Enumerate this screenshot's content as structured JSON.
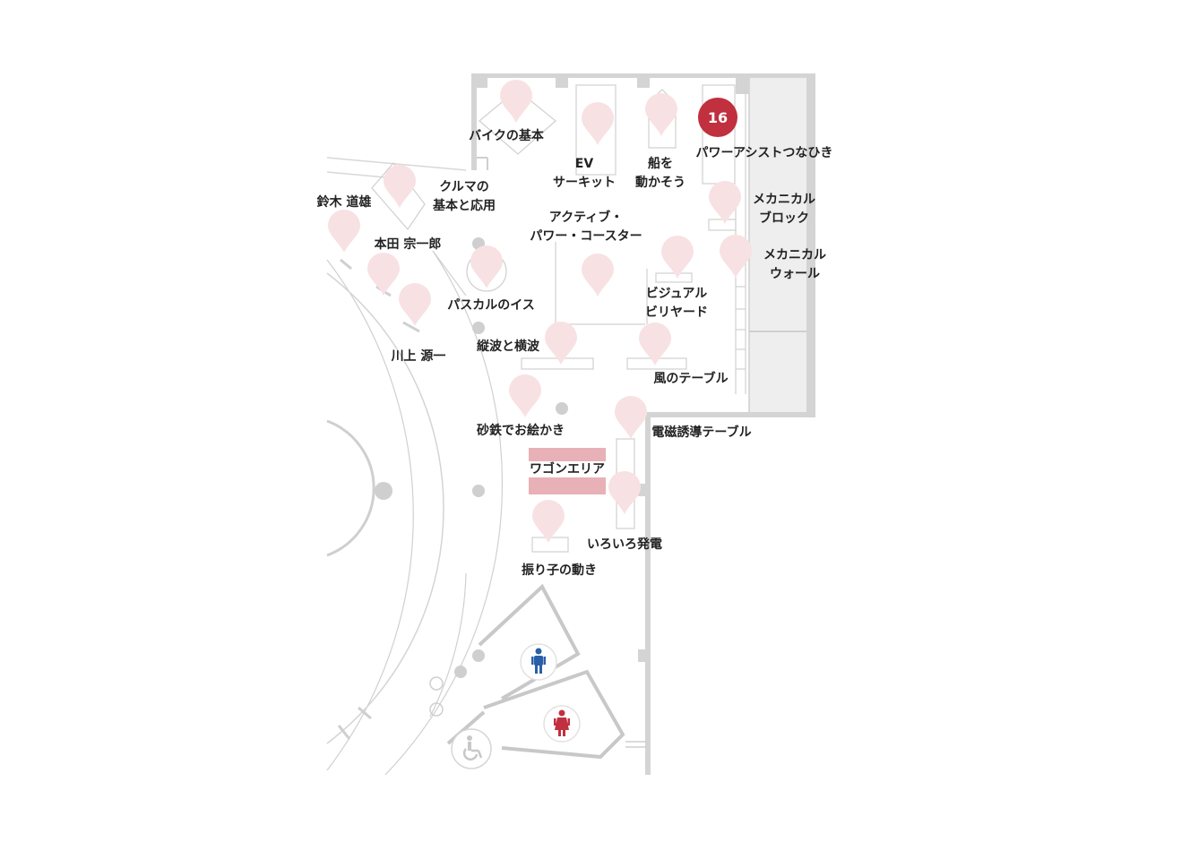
{
  "exhibits": [
    {
      "id": "bike-basics",
      "lines": [
        "バイクの基本"
      ]
    },
    {
      "id": "ev-circuit",
      "lines": [
        "EV",
        "サーキット"
      ]
    },
    {
      "id": "move-ship",
      "lines": [
        "船を",
        "動かそう"
      ]
    },
    {
      "id": "power-assist",
      "lines": [
        "パワーアシストつなひき"
      ],
      "badge": "16"
    },
    {
      "id": "car-basics",
      "lines": [
        "クルマの",
        "基本と応用"
      ]
    },
    {
      "id": "suzuki",
      "lines": [
        "鈴木 道雄"
      ]
    },
    {
      "id": "honda",
      "lines": [
        "本田 宗一郎"
      ]
    },
    {
      "id": "active-coaster",
      "lines": [
        "アクティブ・",
        "パワー・コースター"
      ]
    },
    {
      "id": "mech-block",
      "lines": [
        "メカニカル",
        "ブロック"
      ]
    },
    {
      "id": "mech-wall",
      "lines": [
        "メカニカル",
        "ウォール"
      ]
    },
    {
      "id": "pascal",
      "lines": [
        "パスカルのイス"
      ]
    },
    {
      "id": "visual-billiards",
      "lines": [
        "ビジュアル",
        "ビリヤード"
      ]
    },
    {
      "id": "kawakami",
      "lines": [
        "川上 源一"
      ]
    },
    {
      "id": "waves",
      "lines": [
        "縦波と横波"
      ]
    },
    {
      "id": "wind-table",
      "lines": [
        "風のテーブル"
      ]
    },
    {
      "id": "iron-sand",
      "lines": [
        "砂鉄でお絵かき"
      ]
    },
    {
      "id": "induction-table",
      "lines": [
        "電磁誘導テーブル"
      ]
    },
    {
      "id": "wagon-area",
      "lines": [
        "ワゴンエリア"
      ]
    },
    {
      "id": "power-generation",
      "lines": [
        "いろいろ発電"
      ]
    },
    {
      "id": "pendulum",
      "lines": [
        "振り子の動き"
      ]
    }
  ],
  "facilities": {
    "mens_restroom": "mens-restroom-icon",
    "womens_restroom": "womens-restroom-icon",
    "accessible": "wheelchair-icon"
  },
  "colors": {
    "badge": "#c0303f",
    "pin": "#f8e1e3",
    "wagon": "#e8b1b7",
    "wall": "#d4d4d4",
    "mens": "#2a5ea8",
    "womens": "#c0303f"
  }
}
